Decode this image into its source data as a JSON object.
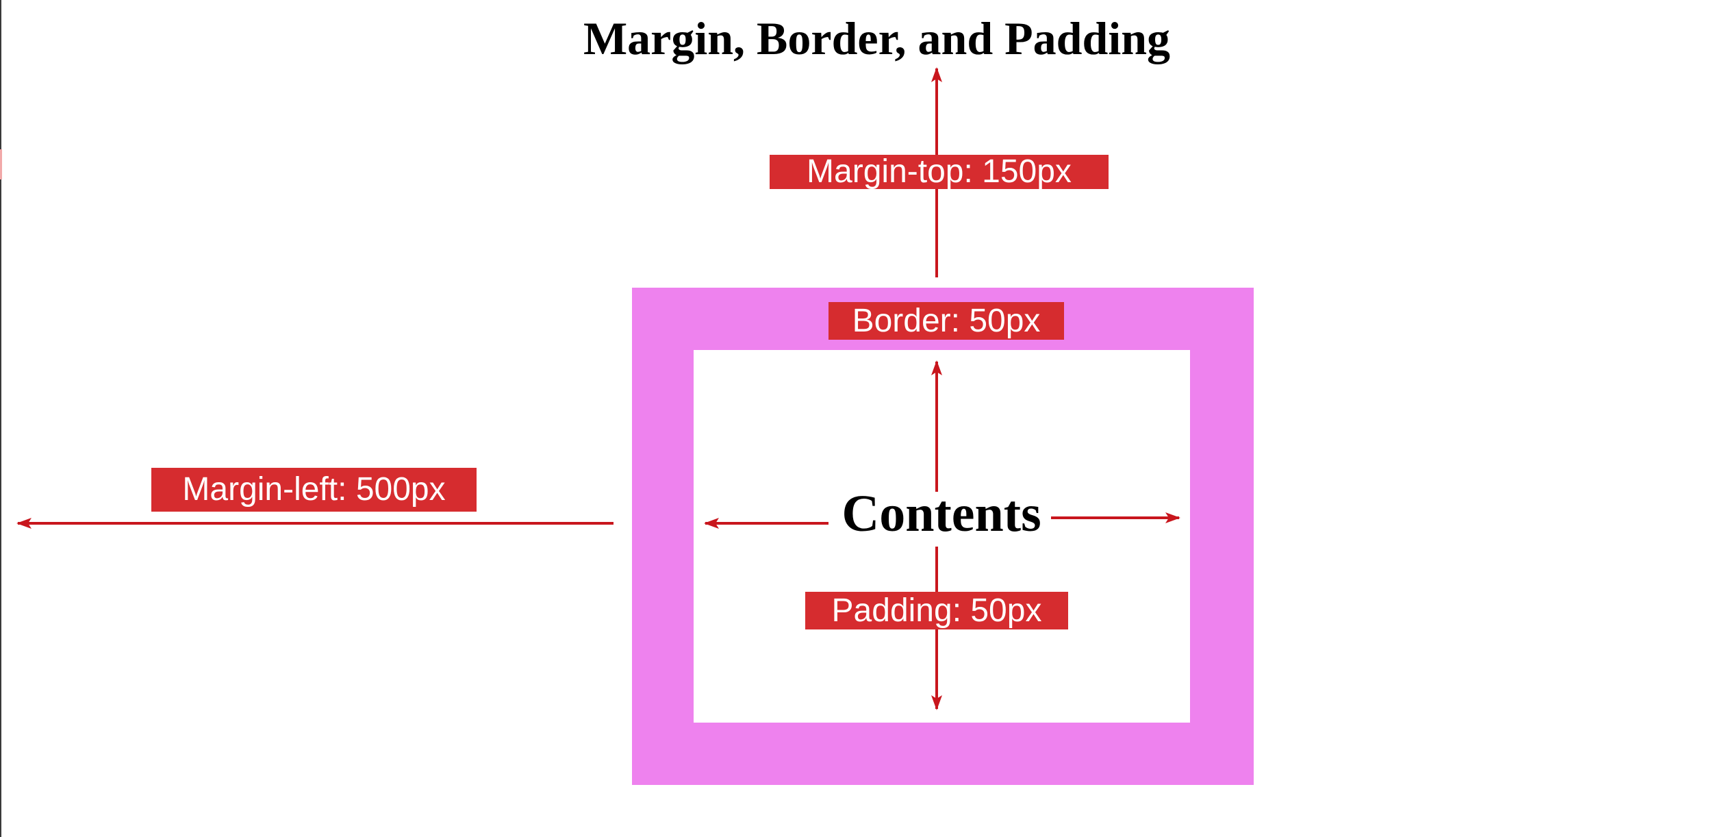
{
  "title": "Margin, Border, and Padding",
  "labels": {
    "margin_top": "Margin-top: 150px",
    "border": "Border: 50px",
    "margin_left": "Margin-left: 500px",
    "padding": "Padding: 50px"
  },
  "contents": "Contents",
  "colors": {
    "border_fill": "#ee82ee",
    "label_bg": "#d62c2f",
    "label_text": "#ffffff",
    "arrow": "#c8161d",
    "content_bg": "#ffffff"
  }
}
